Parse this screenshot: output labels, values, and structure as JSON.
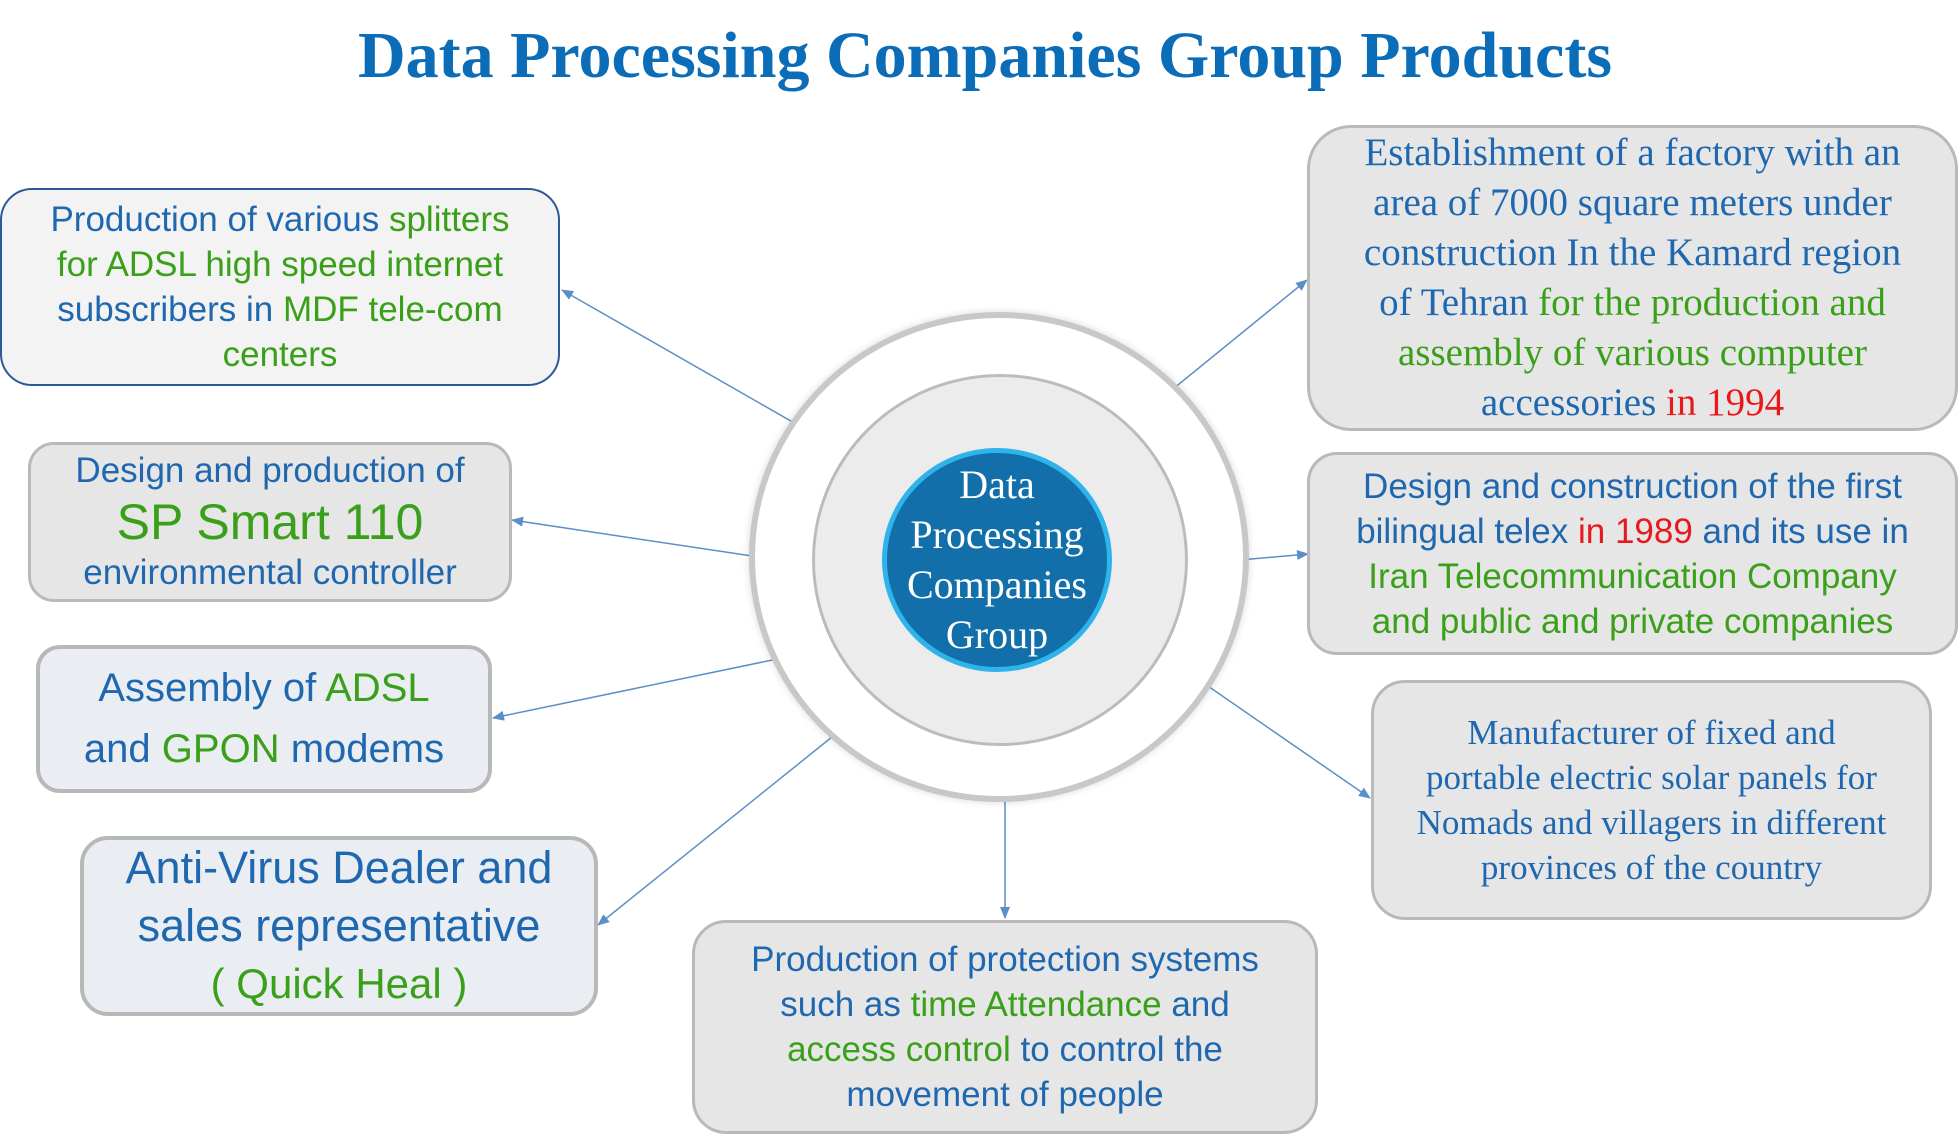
{
  "title": "Data Processing Companies Group Products",
  "center": {
    "lines": [
      "Data",
      "Processing",
      "Companies",
      "Group"
    ]
  },
  "boxes": {
    "splitters": {
      "l1a": "Production of various ",
      "l1b": "splitters",
      "l2": "for ADSL high speed internet",
      "l3a": "subscribers in ",
      "l3b": "MDF tele-com",
      "l4": "centers"
    },
    "sp_smart": {
      "l1": "Design and production of",
      "l2": "SP Smart 110",
      "l3": "environmental controller"
    },
    "modems": {
      "l1a": "Assembly of ",
      "l1b": "ADSL",
      "l2a": "and ",
      "l2b": "GPON",
      "l2c": " modems"
    },
    "antivirus": {
      "l1": "Anti-Virus Dealer and",
      "l2": "sales representative",
      "l3": "( Quick Heal )"
    },
    "protection": {
      "l1": "Production of protection systems",
      "l2a": "such as  ",
      "l2b": "time Attendance",
      "l2c": " and",
      "l3a": "access control",
      "l3b": " to control the",
      "l4": "movement of people"
    },
    "factory": {
      "l1": "Establishment of a factory with an",
      "l2": "area of 7000 square meters under",
      "l3": "construction In the Kamard region",
      "l4a": "of Tehran ",
      "l4b": "for the production and",
      "l5": "assembly of various computer",
      "l6a": "accessories ",
      "l6b": "in 1994"
    },
    "telex": {
      "l1": "Design and construction of the first",
      "l2a": "bilingual telex ",
      "l2b": "in 1989",
      "l2c": " and its use in",
      "l3": "Iran Telecommunication Company",
      "l4": "and public and private companies"
    },
    "solar": {
      "l1": "Manufacturer of fixed and",
      "l2": "portable electric solar panels for",
      "l3": "Nomads and villagers in different",
      "l4": "provinces of the country"
    }
  },
  "colors": {
    "title": "#0b6cb7",
    "text_blue": "#1f68b0",
    "text_green": "#3aa019",
    "text_red": "#e8191b",
    "core_fill": "#126fa9",
    "core_ring": "#2eb4ea",
    "arrow": "#5b8fc7"
  }
}
